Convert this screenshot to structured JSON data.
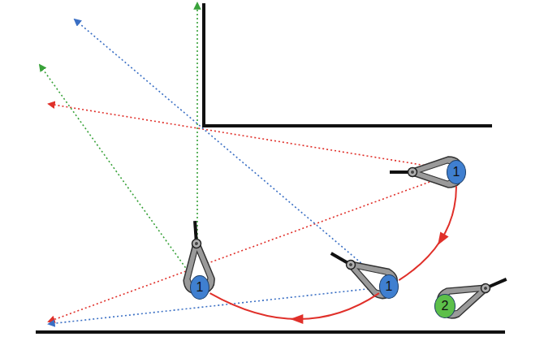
{
  "diagram": {
    "nodes": [
      {
        "text": [
          "1"
        ]
      },
      {
        "text": [
          "1"
        ]
      },
      {
        "text": [
          "1"
        ]
      },
      {
        "text": [
          "2"
        ]
      }
    ],
    "edges": [
      {
        "from": 0,
        "to": 1,
        "arrow": "to"
      },
      {
        "from": 1,
        "to": 2,
        "arrow": "to"
      }
    ]
  }
}
